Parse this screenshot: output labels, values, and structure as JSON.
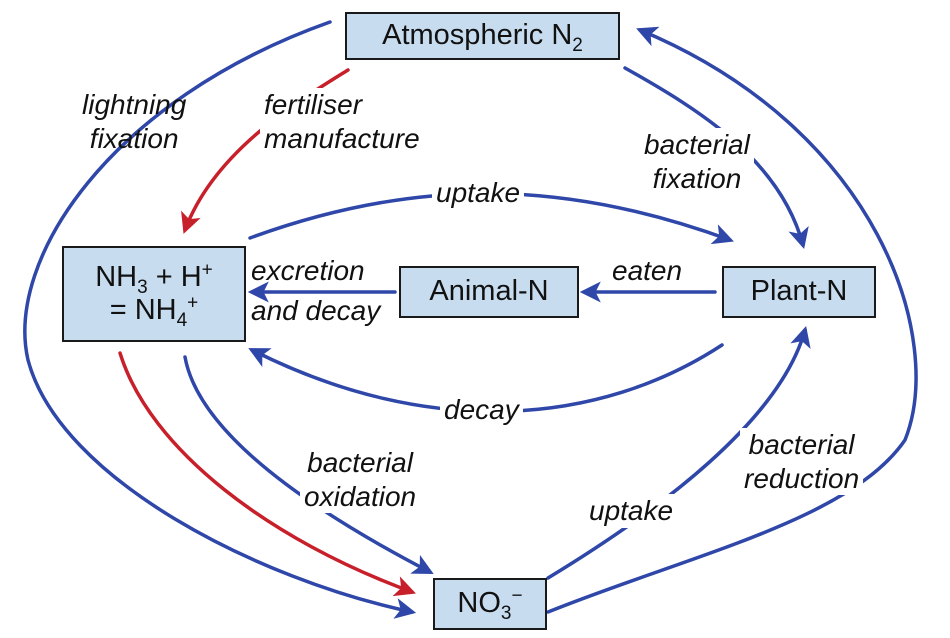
{
  "colors": {
    "box_fill": "#c8dcef",
    "blue_arrow": "#2f47a8",
    "red_arrow": "#c8202a",
    "text": "#111111"
  },
  "nodes": {
    "atm_n2": {
      "main": "Atmospheric N",
      "sub": "2"
    },
    "ammonia": {
      "nh_part": "NH",
      "nh_sub": "3",
      "plus_h": " + H",
      "h_sup": "+",
      "eq_part": "= NH",
      "nh4_sub": "4",
      "nh4_sup": "+"
    },
    "animal_n": "Animal-N",
    "plant_n": "Plant-N",
    "nitrate": {
      "main": "NO",
      "sub": "3",
      "sup": "−"
    }
  },
  "labels": {
    "lightning_fixation": [
      "lightning",
      "fixation"
    ],
    "fertiliser_manufacture": [
      "fertiliser",
      "manufacture"
    ],
    "bacterial_fixation": [
      "bacterial",
      "fixation"
    ],
    "uptake_top": "uptake",
    "excretion_and_decay": [
      "excretion",
      "and decay"
    ],
    "eaten": "eaten",
    "decay": "decay",
    "bacterial_oxidation": [
      "bacterial",
      "oxidation"
    ],
    "uptake_bottom": "uptake",
    "bacterial_reduction": [
      "bacterial",
      "reduction"
    ]
  }
}
